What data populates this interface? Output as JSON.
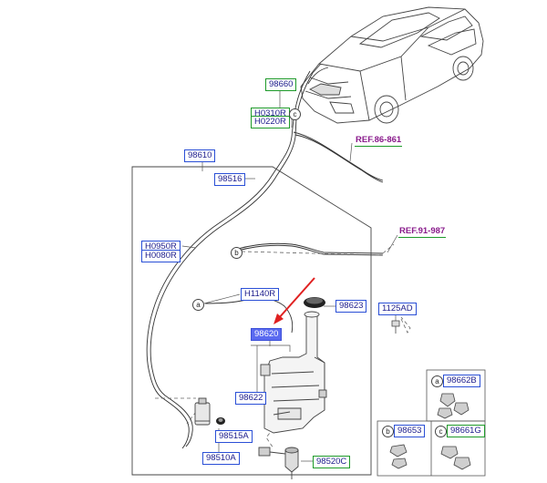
{
  "colors": {
    "label_border": "#2a4fd6",
    "green_border": "#1e9a2a",
    "highlight": "#5a6af0",
    "ref_text": "#8a1c8c",
    "arrow": "#e02020"
  },
  "labels": {
    "p98660": "98660",
    "h0310r": "H0310R",
    "h0220r": "H0220R",
    "c_marker": "c",
    "ref86": "REF.86-861",
    "p98610": "98610",
    "p98516": "98516",
    "ref91": "REF.91-987",
    "h0950r": "H0950R",
    "h0080r": "H0080R",
    "b_marker": "b",
    "a_marker": "a",
    "h1140r": "H1140R",
    "p98623": "98623",
    "p1125ad": "1125AD",
    "p98620": "98620",
    "p98622": "98622",
    "p98515a": "98515A",
    "p98510a": "98510A",
    "p98520c": "98520C"
  },
  "legend": {
    "a_marker": "a",
    "a_part": "98662B",
    "b_marker": "b",
    "b_part": "98653",
    "c_marker": "c",
    "c_part": "98661G"
  }
}
